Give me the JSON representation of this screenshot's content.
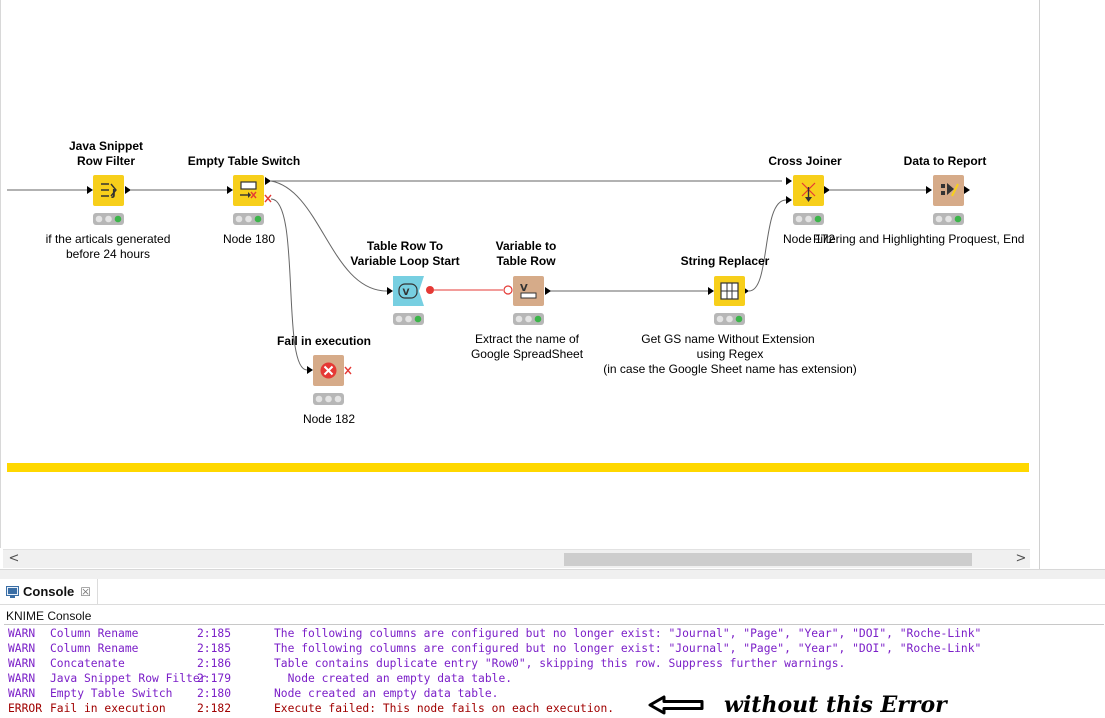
{
  "colors": {
    "node_manipulator": "#f7cf1b",
    "node_flow": "#f7cf1b",
    "node_loop": "#77cfe1",
    "node_other": "#d6ab89",
    "annotation_bar": "#ffd800",
    "status_green": "#3cb54a",
    "status_idle": "#b7b7b7",
    "var_port": "#e53935",
    "log_warn": "#7b1fc8",
    "log_error": "#a00000"
  },
  "workflow": {
    "nodes": {
      "java_snippet": {
        "title_1": "Java Snippet",
        "title_2": "Row Filter",
        "sub_1": "if the articals generated",
        "sub_2": "before 24 hours",
        "icon": "filter-icon"
      },
      "empty_table_switch": {
        "title": "Empty Table Switch",
        "sub": "Node 180",
        "icon": "switch-icon"
      },
      "fail_in_execution": {
        "title": "Fail in execution",
        "sub": "Node 182",
        "icon": "error-icon"
      },
      "table_row_to_var": {
        "title_1": "Table Row To",
        "title_2": "Variable Loop Start",
        "icon": "loop-start-icon"
      },
      "variable_to_table_row": {
        "title_1": "Variable to",
        "title_2": "Table Row",
        "sub_1": "Extract the name of",
        "sub_2": "Google SpreadSheet",
        "icon": "variable-icon"
      },
      "string_replacer": {
        "title": "String Replacer",
        "sub_1": "Get GS name Without Extension",
        "sub_2": "using Regex",
        "sub_3": "(in case the Google Sheet name has extension)",
        "icon": "replace-icon"
      },
      "cross_joiner": {
        "title": "Cross Joiner",
        "sub": "Node 172",
        "icon": "joiner-icon"
      },
      "data_to_report": {
        "title": "Data to Report",
        "sub": "Filtering and Highlighting Proquest, End",
        "icon": "report-icon"
      }
    }
  },
  "scrollbar": {
    "left_arrow": "<",
    "right_arrow": ">"
  },
  "console": {
    "tab_label": "Console",
    "close_label": "☒",
    "title": "KNIME Console",
    "lines": [
      {
        "level": "WARN",
        "node": "Column Rename",
        "id": "2:185",
        "message": "The following columns are configured but no longer exist: \"Journal\", \"Page\", \"Year\", \"DOI\", \"Roche-Link\""
      },
      {
        "level": "WARN",
        "node": "Column Rename",
        "id": "2:185",
        "message": "The following columns are configured but no longer exist: \"Journal\", \"Page\", \"Year\", \"DOI\", \"Roche-Link\""
      },
      {
        "level": "WARN",
        "node": "Concatenate",
        "id": "2:186",
        "message": "Table contains duplicate entry \"Row0\", skipping this row. Suppress further warnings."
      },
      {
        "level": "WARN",
        "node": "Java Snippet Row Filter",
        "id": "2:179",
        "message": "  Node created an empty data table."
      },
      {
        "level": "WARN",
        "node": "Empty Table Switch",
        "id": "2:180",
        "message": "Node created an empty data table."
      },
      {
        "level": "ERROR",
        "node": "Fail in execution",
        "id": "2:182",
        "message": "Execute failed: This node fails on each execution."
      }
    ]
  },
  "annotation": {
    "text": "without this Error",
    "icon": "arrow-left-icon"
  }
}
